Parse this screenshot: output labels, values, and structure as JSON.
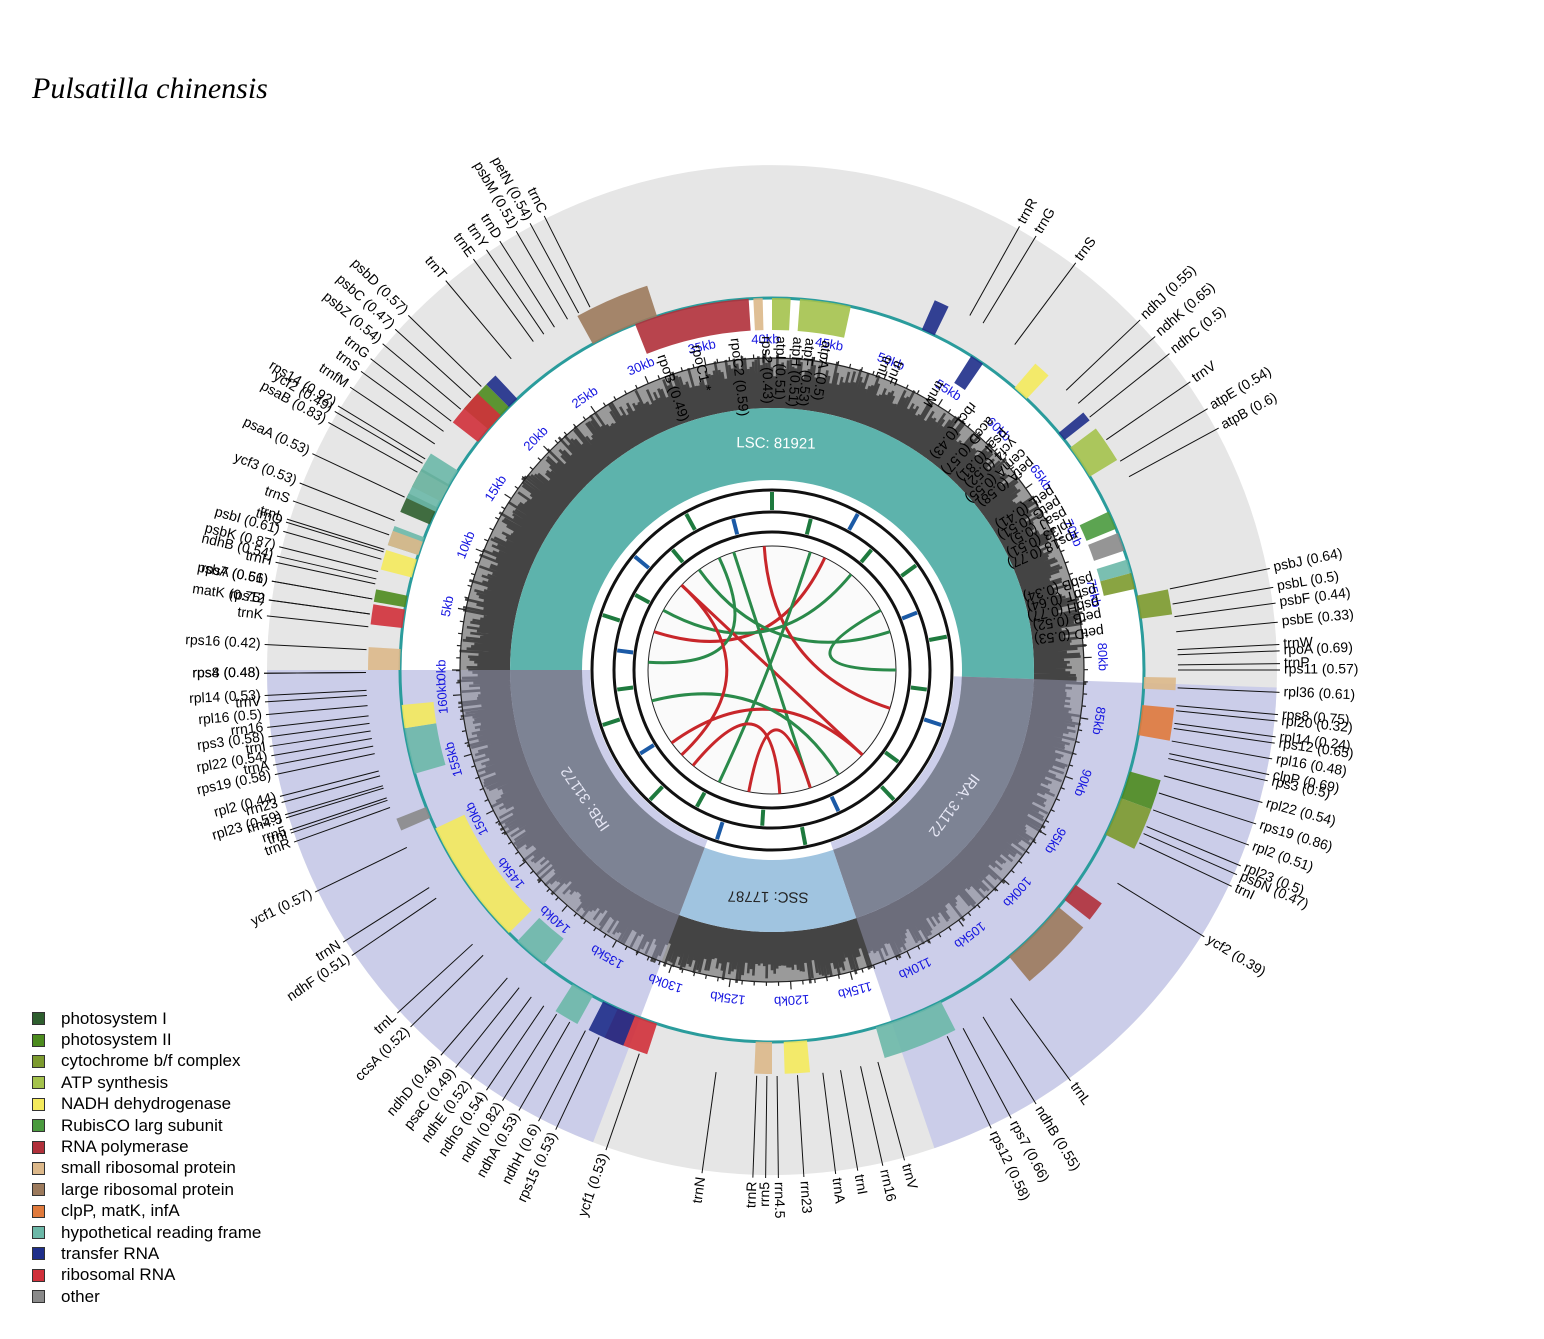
{
  "title": "Pulsatilla chinensis",
  "genome": {
    "total_length": 162052,
    "regions": [
      {
        "name": "LSC",
        "label": "LSC: 81921",
        "start": 0,
        "end": 81921,
        "color": "#5db3ac"
      },
      {
        "name": "IRA",
        "label": "IRA: 31172",
        "start": 81921,
        "end": 113093,
        "color": "#5f666a"
      },
      {
        "name": "SSC",
        "label": "SSC: 17787",
        "start": 113093,
        "end": 130880,
        "color": "#a0c4e0"
      },
      {
        "name": "IRB",
        "label": "IRB: 31172",
        "start": 130880,
        "end": 162052,
        "color": "#5f666a"
      }
    ],
    "ticks": [
      "0kb",
      "5kb",
      "10kb",
      "15kb",
      "20kb",
      "25kb",
      "30kb",
      "35kb",
      "40kb",
      "45kb",
      "50kb",
      "55kb",
      "60kb",
      "65kb",
      "70kb",
      "75kb",
      "80kb",
      "85kb",
      "90kb",
      "95kb",
      "100kb",
      "105kb",
      "110kb",
      "115kb",
      "120kb",
      "125kb",
      "130kb",
      "135kb",
      "140kb",
      "145kb",
      "150kb",
      "155kb",
      "160kb"
    ]
  },
  "legend": [
    {
      "label": "photosystem I",
      "color": "#2e5e2e"
    },
    {
      "label": "photosystem II",
      "color": "#4c8b1e"
    },
    {
      "label": "cytochrome b/f complex",
      "color": "#7c9a2e"
    },
    {
      "label": "ATP synthesis",
      "color": "#a4c24c"
    },
    {
      "label": "NADH dehydrogenase",
      "color": "#f4ea5c"
    },
    {
      "label": "RubisCO larg subunit",
      "color": "#4a9a3e"
    },
    {
      "label": "RNA polymerase",
      "color": "#b0303a"
    },
    {
      "label": "small ribosomal protein",
      "color": "#dcb88a"
    },
    {
      "label": "large ribosomal protein",
      "color": "#9c7a5c"
    },
    {
      "label": "clpP, matK, infA",
      "color": "#e07a3c"
    },
    {
      "label": "hypothetical reading frame",
      "color": "#6cb8a8"
    },
    {
      "label": "transfer RNA",
      "color": "#1e2e8a"
    },
    {
      "label": "ribosomal RNA",
      "color": "#d0303a"
    },
    {
      "label": "other",
      "color": "#8a8a8a"
    }
  ],
  "genes_lsc_outer": [
    {
      "label": "trnR",
      "pos": 0.331
    },
    {
      "label": "trnG",
      "pos": 0.337
    },
    {
      "label": "trnS",
      "pos": 0.352
    },
    {
      "label": "ndhJ (0.55)",
      "pos": 0.379
    },
    {
      "label": "ndhK (0.65)",
      "pos": 0.386
    },
    {
      "label": "ndhC (0.5)",
      "pos": 0.393
    },
    {
      "label": "trnV",
      "pos": 0.404
    },
    {
      "label": "atpE (0.54)",
      "pos": 0.414
    },
    {
      "label": "atpB (0.6)",
      "pos": 0.421
    },
    {
      "label": "psbJ (0.64)",
      "pos": 0.468
    },
    {
      "label": "psbL (0.5)",
      "pos": 0.474
    },
    {
      "label": "psbF (0.44)",
      "pos": 0.479
    },
    {
      "label": "psbE (0.33)",
      "pos": 0.485
    },
    {
      "label": "trnW",
      "pos": 0.492
    },
    {
      "label": "trnP",
      "pos": 0.498
    },
    {
      "label": "rpl20 (0.32)",
      "pos": 0.516
    },
    {
      "label": "rps12 (0.65)",
      "pos": 0.523
    },
    {
      "label": "clpP (0.69)",
      "pos": 0.533
    },
    {
      "label": "psbN (0.47)",
      "pos": 0.566
    }
  ],
  "genes_lsc_inner": [
    {
      "label": "rpoB (0.49)",
      "pos": 0.196
    },
    {
      "label": "rpoC1 *",
      "pos": 0.213
    },
    {
      "label": "rpoC2 (0.59)",
      "pos": 0.232
    },
    {
      "label": "rps2 (0.43)",
      "pos": 0.247
    },
    {
      "label": "atpI (0.51)",
      "pos": 0.254
    },
    {
      "label": "atpH (0.51)",
      "pos": 0.262
    },
    {
      "label": "atpF (0.53)",
      "pos": 0.268
    },
    {
      "label": "atpA (0.5)",
      "pos": 0.276
    },
    {
      "label": "trnL",
      "pos": 0.306
    },
    {
      "label": "trnF",
      "pos": 0.312
    },
    {
      "label": "trnM",
      "pos": 0.334
    },
    {
      "label": "rbcL (0.43)",
      "pos": 0.353
    },
    {
      "label": "accD (0.57)",
      "pos": 0.364
    },
    {
      "label": "psaI (0.81)",
      "pos": 0.373
    },
    {
      "label": "ycf4 (0.52)",
      "pos": 0.379
    },
    {
      "label": "cemA (0.55)",
      "pos": 0.386
    },
    {
      "label": "petA (0.58)",
      "pos": 0.392
    },
    {
      "label": "petL (0.41)",
      "pos": 0.409
    },
    {
      "label": "petG (0.51)",
      "pos": 0.415
    },
    {
      "label": "psaJ (0.5)",
      "pos": 0.421
    },
    {
      "label": "rpl33 (0.51)",
      "pos": 0.427
    },
    {
      "label": "rps18 (0.77)",
      "pos": 0.433
    },
    {
      "label": "psbB (0.34)",
      "pos": 0.455
    },
    {
      "label": "psbT (0.64)",
      "pos": 0.461
    },
    {
      "label": "psbH (0.77)",
      "pos": 0.467
    },
    {
      "label": "petB (0.52)",
      "pos": 0.473
    },
    {
      "label": "petD (0.53)",
      "pos": 0.481
    }
  ],
  "genes_left": [
    {
      "label": "petN (0.54)",
      "pos": 0.171
    },
    {
      "label": "trnC",
      "pos": 0.176
    },
    {
      "label": "psbD (0.57)",
      "pos": 0.123
    },
    {
      "label": "psbC (0.47)",
      "pos": 0.117
    },
    {
      "label": "psbZ (0.54)",
      "pos": 0.111
    },
    {
      "label": "trnT",
      "pos": 0.139
    },
    {
      "label": "trnG",
      "pos": 0.105
    },
    {
      "label": "psbM (0.51)",
      "pos": 0.166
    },
    {
      "label": "trnD",
      "pos": 0.16
    },
    {
      "label": "trnY",
      "pos": 0.155
    },
    {
      "label": "trnE",
      "pos": 0.15
    },
    {
      "label": "trnS",
      "pos": 0.1
    },
    {
      "label": "trnfM",
      "pos": 0.094
    },
    {
      "label": "rps14 (0.92)",
      "pos": 0.087
    },
    {
      "label": "psaB (0.83)",
      "pos": 0.081
    },
    {
      "label": "psaA (0.53)",
      "pos": 0.07
    },
    {
      "label": "ycf3 (0.53)",
      "pos": 0.06
    },
    {
      "label": "trnS",
      "pos": 0.054
    },
    {
      "label": "trnQ",
      "pos": 0.047
    },
    {
      "label": "psbI (0.61)",
      "pos": 0.044
    },
    {
      "label": "psbK (0.87)",
      "pos": 0.039
    },
    {
      "label": "trnH",
      "pos": 0.034
    },
    {
      "label": "psbA (0.51)",
      "pos": 0.028
    },
    {
      "label": "matK (0.75)",
      "pos": 0.022
    },
    {
      "label": "trnK",
      "pos": 0.017
    },
    {
      "label": "rps16 (0.42)",
      "pos": 0.008
    },
    {
      "label": "rps8 (0.48)",
      "pos": -0.001
    },
    {
      "label": "rps4 (0.48)",
      "pos": -0.001
    },
    {
      "label": "rpl14 (0.53)",
      "pos": -0.008
    },
    {
      "label": "rpl16 (0.5)",
      "pos": -0.014
    },
    {
      "label": "rps3 (0.58)",
      "pos": -0.021
    },
    {
      "label": "rpl22 (0.54)",
      "pos": -0.027
    },
    {
      "label": "rps19 (0.58)",
      "pos": -0.033
    },
    {
      "label": "rpl2 (0.44)",
      "pos": -0.04
    },
    {
      "label": "rpl23 (0.59)",
      "pos": -0.046
    },
    {
      "label": "trnI",
      "pos": -0.052
    }
  ],
  "genes_right_ir": [
    {
      "label": "rpoA (0.69)",
      "pos": 0.494
    },
    {
      "label": "rps11 (0.57)",
      "pos": 0.5
    },
    {
      "label": "rpl36 (0.61)",
      "pos": 0.507
    },
    {
      "label": "rps8 (0.75)",
      "pos": 0.514
    },
    {
      "label": "rpl14 (0.24)",
      "pos": 0.521
    },
    {
      "label": "rpl16 (0.48)",
      "pos": 0.528
    },
    {
      "label": "rps3 (0.5)",
      "pos": 0.535
    },
    {
      "label": "rpl22 (0.54)",
      "pos": 0.542
    },
    {
      "label": "rps19 (0.86)",
      "pos": 0.549
    },
    {
      "label": "rpl2 (0.51)",
      "pos": 0.556
    },
    {
      "label": "rpl23 (0.5)",
      "pos": 0.563
    },
    {
      "label": "trnI",
      "pos": 0.57
    },
    {
      "label": "ycf2 (0.39)",
      "pos": 0.588
    }
  ],
  "genes_lower": [
    {
      "label": "trnL",
      "pos": 0.65
    },
    {
      "label": "ndhB (0.55)",
      "pos": 0.663
    },
    {
      "label": "rps7 (0.66)",
      "pos": 0.672
    },
    {
      "label": "rps12 (0.58)",
      "pos": 0.679
    },
    {
      "label": "trnV",
      "pos": 0.708
    },
    {
      "label": "rrn16",
      "pos": 0.715
    },
    {
      "label": "trnI",
      "pos": 0.723
    },
    {
      "label": "trnA",
      "pos": 0.73
    },
    {
      "label": "rrn23",
      "pos": 0.74
    },
    {
      "label": "rrn4.5",
      "pos": 0.748
    },
    {
      "label": "rrn5",
      "pos": 0.752
    },
    {
      "label": "trnR",
      "pos": 0.756
    },
    {
      "label": "trnN",
      "pos": 0.772
    },
    {
      "label": "ycf1 (0.53)",
      "pos": 0.803
    },
    {
      "label": "rps15 (0.53)",
      "pos": 0.82
    },
    {
      "label": "ndhH (0.6)",
      "pos": 0.826
    },
    {
      "label": "ndhA (0.53)",
      "pos": 0.833
    },
    {
      "label": "ndhI (0.82)",
      "pos": 0.839
    },
    {
      "label": "ndhG (0.54)",
      "pos": 0.845
    },
    {
      "label": "ndhE (0.52)",
      "pos": 0.851
    },
    {
      "label": "psaC (0.49)",
      "pos": 0.857
    },
    {
      "label": "ndhD (0.49)",
      "pos": 0.863
    },
    {
      "label": "ccsA (0.52)",
      "pos": 0.876
    },
    {
      "label": "trnL",
      "pos": 0.882
    },
    {
      "label": "ndhF (0.51)",
      "pos": 0.905
    },
    {
      "label": "ycf1 (0.57)",
      "pos": 0.928
    },
    {
      "label": "trnN",
      "pos": 0.91
    },
    {
      "label": "trnR",
      "pos": 0.945
    },
    {
      "label": "rrn5",
      "pos": 0.949
    },
    {
      "label": "rrn4.5",
      "pos": 0.953
    },
    {
      "label": "rrn23",
      "pos": 0.958
    },
    {
      "label": "trnA",
      "pos": 0.97
    },
    {
      "label": "trnI",
      "pos": 0.976
    },
    {
      "label": "rrn16",
      "pos": 0.982
    },
    {
      "label": "trnV",
      "pos": 0.99
    },
    {
      "label": "rps12",
      "pos": 1.022
    },
    {
      "label": "rps7 (0.66)",
      "pos": 1.028
    },
    {
      "label": "ndhB (0.54)",
      "pos": 1.036
    },
    {
      "label": "trnL",
      "pos": 1.048
    },
    {
      "label": "ycf2 (0.49)",
      "pos": 1.085
    }
  ]
}
